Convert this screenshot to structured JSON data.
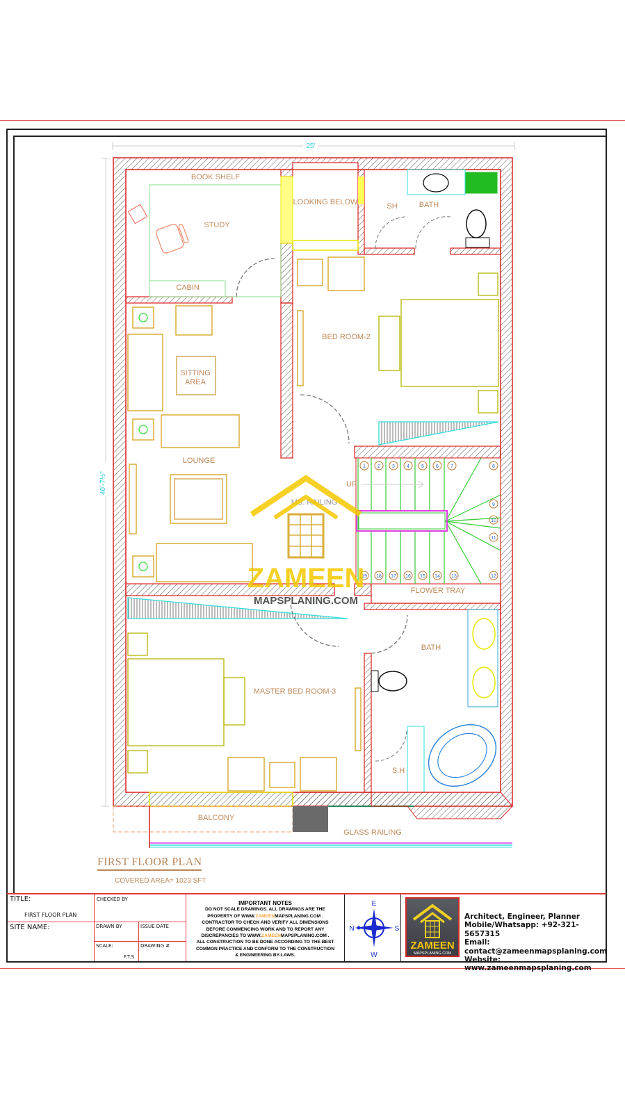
{
  "drawing": {
    "title": "FIRST FLOOR PLAN",
    "covered_area": "COVERED AREA= 1023 SFT",
    "dimensions": {
      "width": "25'",
      "depth": "40'-7½\""
    },
    "rooms": {
      "book_shelf": "BOOK SHELF",
      "study": "STUDY",
      "cabin": "CABIN",
      "looking_below": "LOOKING BELOW",
      "sh_top": "SH",
      "bath_top": "BATH",
      "bed_room_2": "BED ROOM-2",
      "sitting_area_1": "SITTING",
      "sitting_area_2": "AREA",
      "lounge": "LOUNGE",
      "ms_railing": "MS. RAILING",
      "up": "UP",
      "flower_tray": "FLOWER TRAY",
      "bath_bottom": "BATH",
      "master_bed_room_3": "MASTER BED ROOM-3",
      "sh_bottom": "S.H",
      "balcony": "BALCONY",
      "glass_railing": "GLASS RAILING"
    },
    "stair_steps_top": [
      "1",
      "2",
      "3",
      "4",
      "5",
      "6",
      "7"
    ],
    "stair_steps_right": [
      "8",
      "9",
      "10",
      "11",
      "12"
    ],
    "stair_steps_bottom": [
      "19",
      "18",
      "17",
      "16",
      "15",
      "14",
      "13"
    ]
  },
  "watermark": {
    "brand": "ZAMEEN",
    "sub": "MAPSPLANING.COM"
  },
  "title_block": {
    "title_label": "TITLE:",
    "title_value": "FIRST FLOOR PLAN",
    "site_name_label": "SITE NAME:",
    "checked_by": "CHECKED BY",
    "drawn_by": "DRAWN BY",
    "issue_date": "ISSUE DATE",
    "scale_label": "SCALE:",
    "scale_value": "F.T.S",
    "drawing_no": "DRAWING #",
    "notes_title": "IMPORTANT NOTES",
    "notes_l1": "DO NOT SCALE DRAWINGS. ALL DRAWINGS ARE THE",
    "notes_l2a": "PROPERTY OF  WWW.",
    "notes_hl": "ZAMEEN",
    "notes_l2b": "MAPSPLANING.COM .",
    "notes_l3": "CONTRACTOR TO CHECK AND VERIFY ALL DIMENSIONS",
    "notes_l4": "BEFORE COMMENCING WORK AND TO REPORT ANY",
    "notes_l5a": "DISCREPANCIES TO WWW.",
    "notes_l5b": "MAPSPLANING.COM .",
    "notes_l6": "ALL CONSTRUCTION TO BE DONE ACCORDING TO THE BEST",
    "notes_l7": "COMMON PRACTICE AND CONFORM TO THE CONSTRUCTION",
    "notes_l8": "& ENGINEERING BY-LAWS.",
    "compass": {
      "n": "N",
      "e": "E",
      "s": "S",
      "w": "W"
    },
    "logo_brand": "ZAMEEN",
    "logo_sub": "MAPSPLANING.COM",
    "contact_role": "Architect, Engineer, Planner",
    "contact_phone": "Mobile/Whatsapp: +92-321-5657315",
    "contact_email": "Email: contact@zameenmapsplaning.com",
    "contact_web": "Website: www.zameenmapsplaning.com"
  },
  "colors": {
    "wall": "#e02020",
    "label": "#c08a5a",
    "furniture": "#d4a017",
    "bed": "#b5b500",
    "stairs": "#33cc33",
    "dimension": "#33ccdd",
    "watermark": "#f5c800"
  }
}
